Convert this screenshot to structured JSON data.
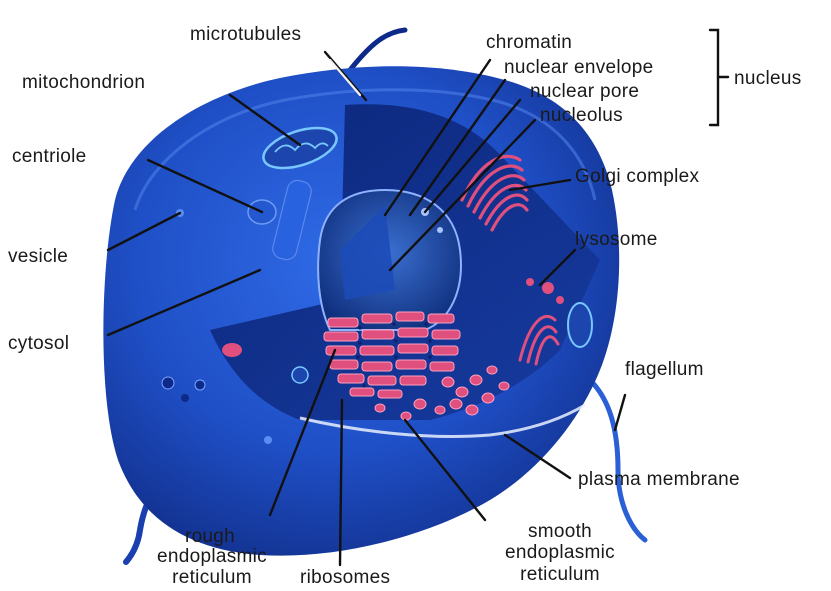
{
  "diagram": {
    "labels": {
      "microtubules": "microtubules",
      "mitochondrion": "mitochondrion",
      "centriole": "centriole",
      "vesicle": "vesicle",
      "cytosol": "cytosol",
      "chromatin": "chromatin",
      "nuclear_envelope": "nuclear envelope",
      "nuclear_pore": "nuclear pore",
      "nucleolus": "nucleolus",
      "nucleus": "nucleus",
      "golgi_complex": "Golgi complex",
      "lysosome": "lysosome",
      "flagellum": "flagellum",
      "plasma_membrane": "plasma membrane",
      "rough_er_line1": "rough",
      "rough_er_line2": "endoplasmic",
      "rough_er_line3": "reticulum",
      "ribosomes": "ribosomes",
      "smooth_er_line1": "smooth",
      "smooth_er_line2": "endoplasmic",
      "smooth_er_line3": "reticulum"
    },
    "colors": {
      "cytoplasm": "#2a5fd6",
      "cytoplasm_dark": "#0d2a8a",
      "membrane_edge": "#4d7fe8",
      "organelle_pink": "#e0507e",
      "organelle_light": "#ff8fb2",
      "nucleus_dark": "#0a1f6e"
    }
  }
}
